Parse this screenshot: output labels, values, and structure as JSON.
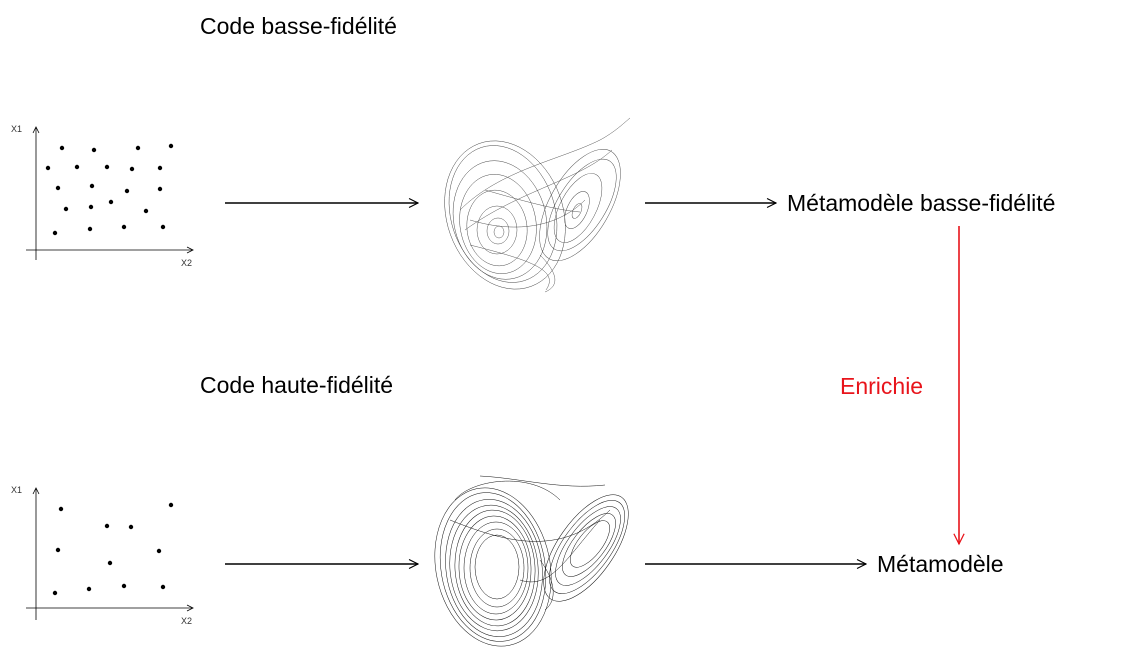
{
  "low_fidelity": {
    "title": "Code basse-fidélité",
    "metamodel": "Métamodèle basse-fidélité",
    "axis_y": "X1",
    "axis_x": "X2"
  },
  "high_fidelity": {
    "title": "Code haute-fidélité",
    "metamodel": "Métamodèle",
    "axis_y": "X1",
    "axis_x": "X2"
  },
  "enrichment": {
    "label": "Enrichie",
    "color": "#e8141b"
  }
}
